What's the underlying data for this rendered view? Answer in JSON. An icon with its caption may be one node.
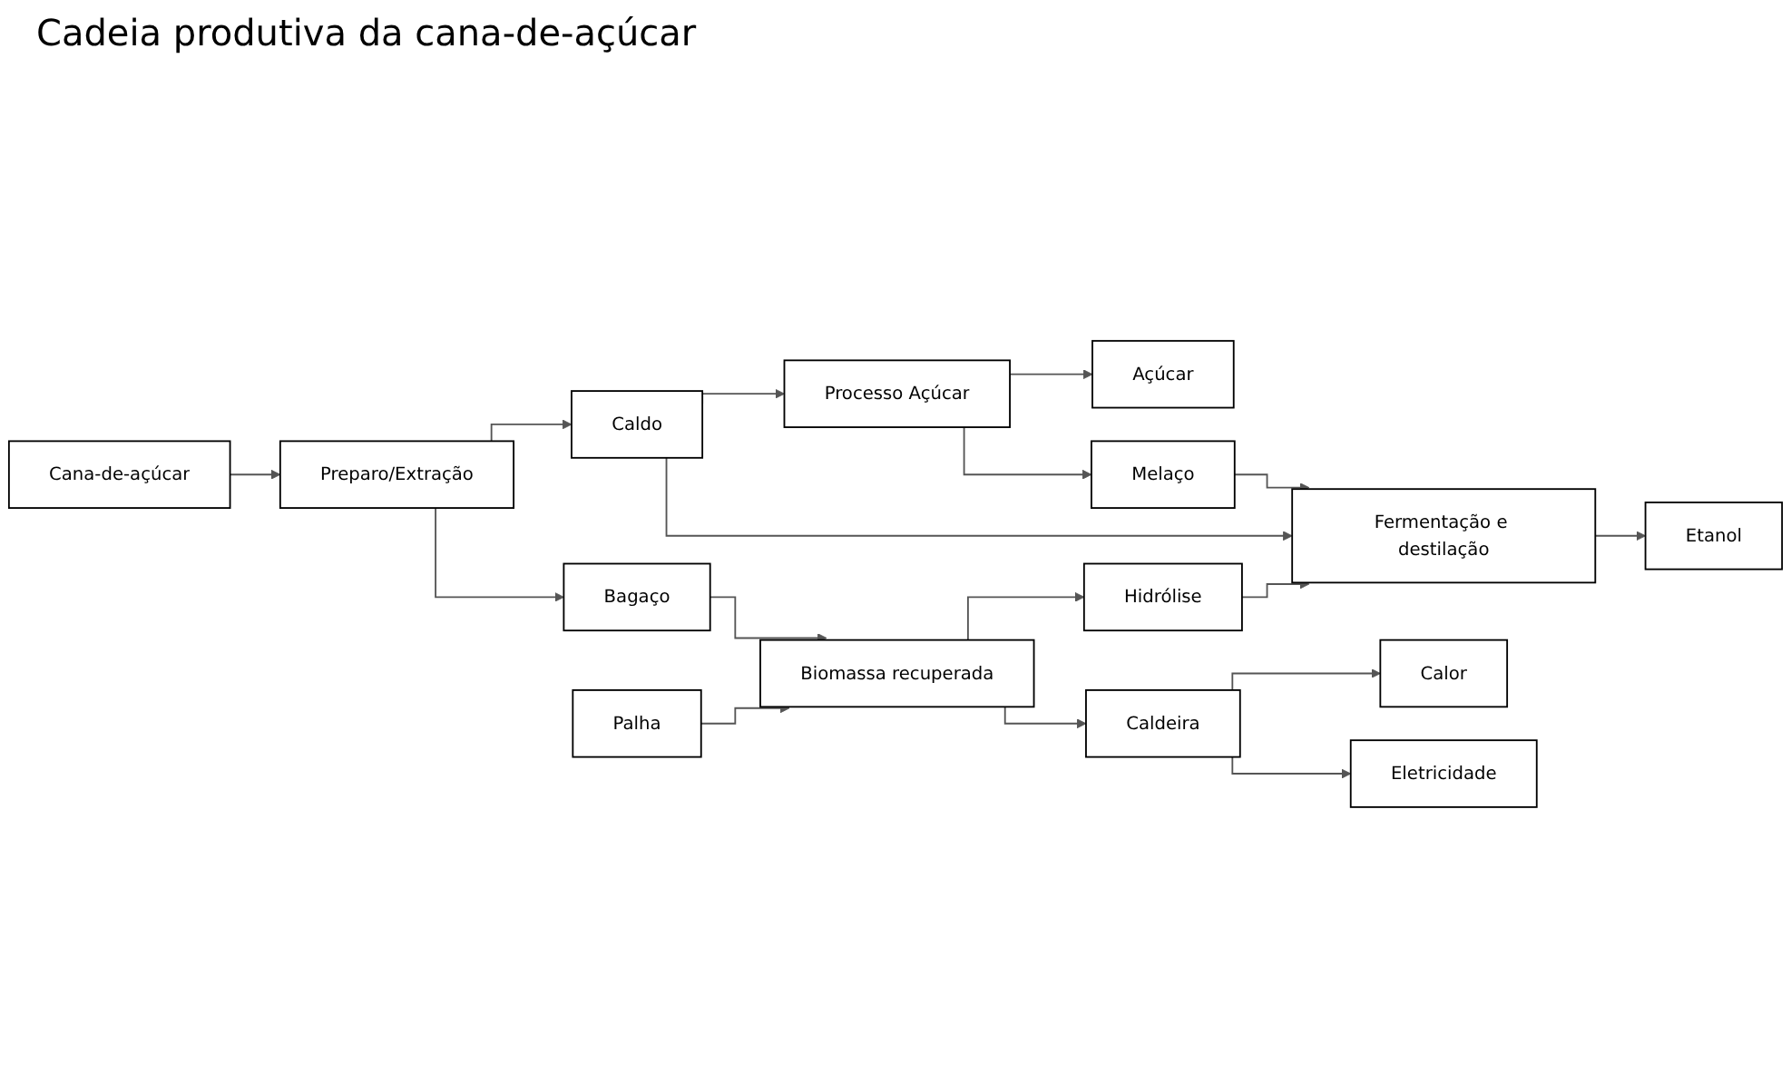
{
  "diagram": {
    "title": "Cadeia produtiva da cana-de-açúcar",
    "nodes": [
      {
        "text": [
          "Processo Açúcar"
        ]
      },
      {
        "text": [
          "Açúcar"
        ]
      },
      {
        "text": [
          "Cana-de-açúcar"
        ]
      },
      {
        "text": [
          "Preparo/Extração"
        ]
      },
      {
        "text": [
          "Caldo"
        ]
      },
      {
        "text": [
          "Melaço"
        ]
      },
      {
        "text": [
          "Bagaço"
        ]
      },
      {
        "text": [
          "Fermentação e destilação"
        ]
      },
      {
        "text": [
          "Etanol"
        ]
      },
      {
        "text": [
          "Palha"
        ]
      },
      {
        "text": [
          "Biomassa recuperada"
        ]
      },
      {
        "text": [
          "Hidrólise"
        ]
      },
      {
        "text": [
          "Caldeira"
        ]
      },
      {
        "text": [
          "Calor"
        ]
      },
      {
        "text": [
          "Eletricidade"
        ]
      }
    ],
    "edges": [
      {
        "from": 2,
        "to": 3,
        "arrow": "to"
      },
      {
        "from": 3,
        "to": 4,
        "arrow": "to"
      },
      {
        "from": 3,
        "to": 6,
        "arrow": "to"
      },
      {
        "from": 4,
        "to": 0,
        "arrow": "to"
      },
      {
        "from": 4,
        "to": 7,
        "arrow": "to"
      },
      {
        "from": 0,
        "to": 1,
        "arrow": "to"
      },
      {
        "from": 0,
        "to": 5,
        "arrow": "to"
      },
      {
        "from": 5,
        "to": 7,
        "arrow": "to"
      },
      {
        "from": 7,
        "to": 8,
        "arrow": "to"
      },
      {
        "from": 6,
        "to": 10,
        "arrow": "to"
      },
      {
        "from": 9,
        "to": 10,
        "arrow": "to"
      },
      {
        "from": 10,
        "to": 11,
        "arrow": "to"
      },
      {
        "from": 10,
        "to": 12,
        "arrow": "to"
      },
      {
        "from": 11,
        "to": 7,
        "arrow": "to"
      },
      {
        "from": 12,
        "to": 13,
        "arrow": "to"
      },
      {
        "from": 12,
        "to": 14,
        "arrow": "to"
      }
    ]
  }
}
